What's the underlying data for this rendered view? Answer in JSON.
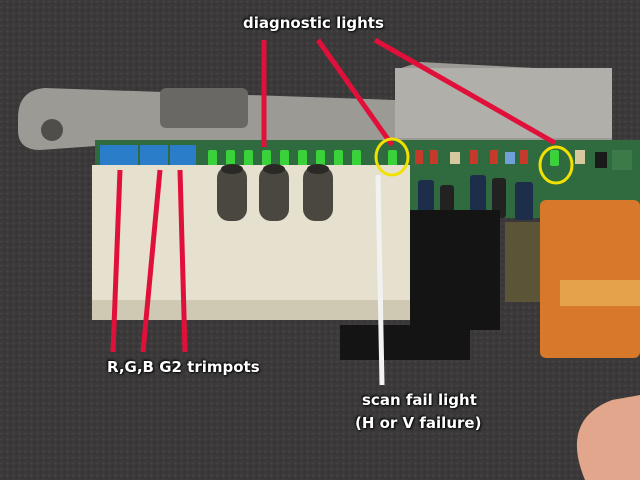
{
  "photo": {
    "subject": "monitor scan circuit board",
    "labels": {
      "diagnostic": "diagnostic lights",
      "trimpots": "R,G,B G2 trimpots",
      "scan_fail_line1": "scan fail light",
      "scan_fail_line2": "(H or V failure)"
    },
    "colors": {
      "pointer": "#e0103a",
      "highlight": "#f2e000",
      "scan_line": "#f2f2f2",
      "carpet": "#3a3838",
      "board": "#2f6b3f"
    }
  }
}
